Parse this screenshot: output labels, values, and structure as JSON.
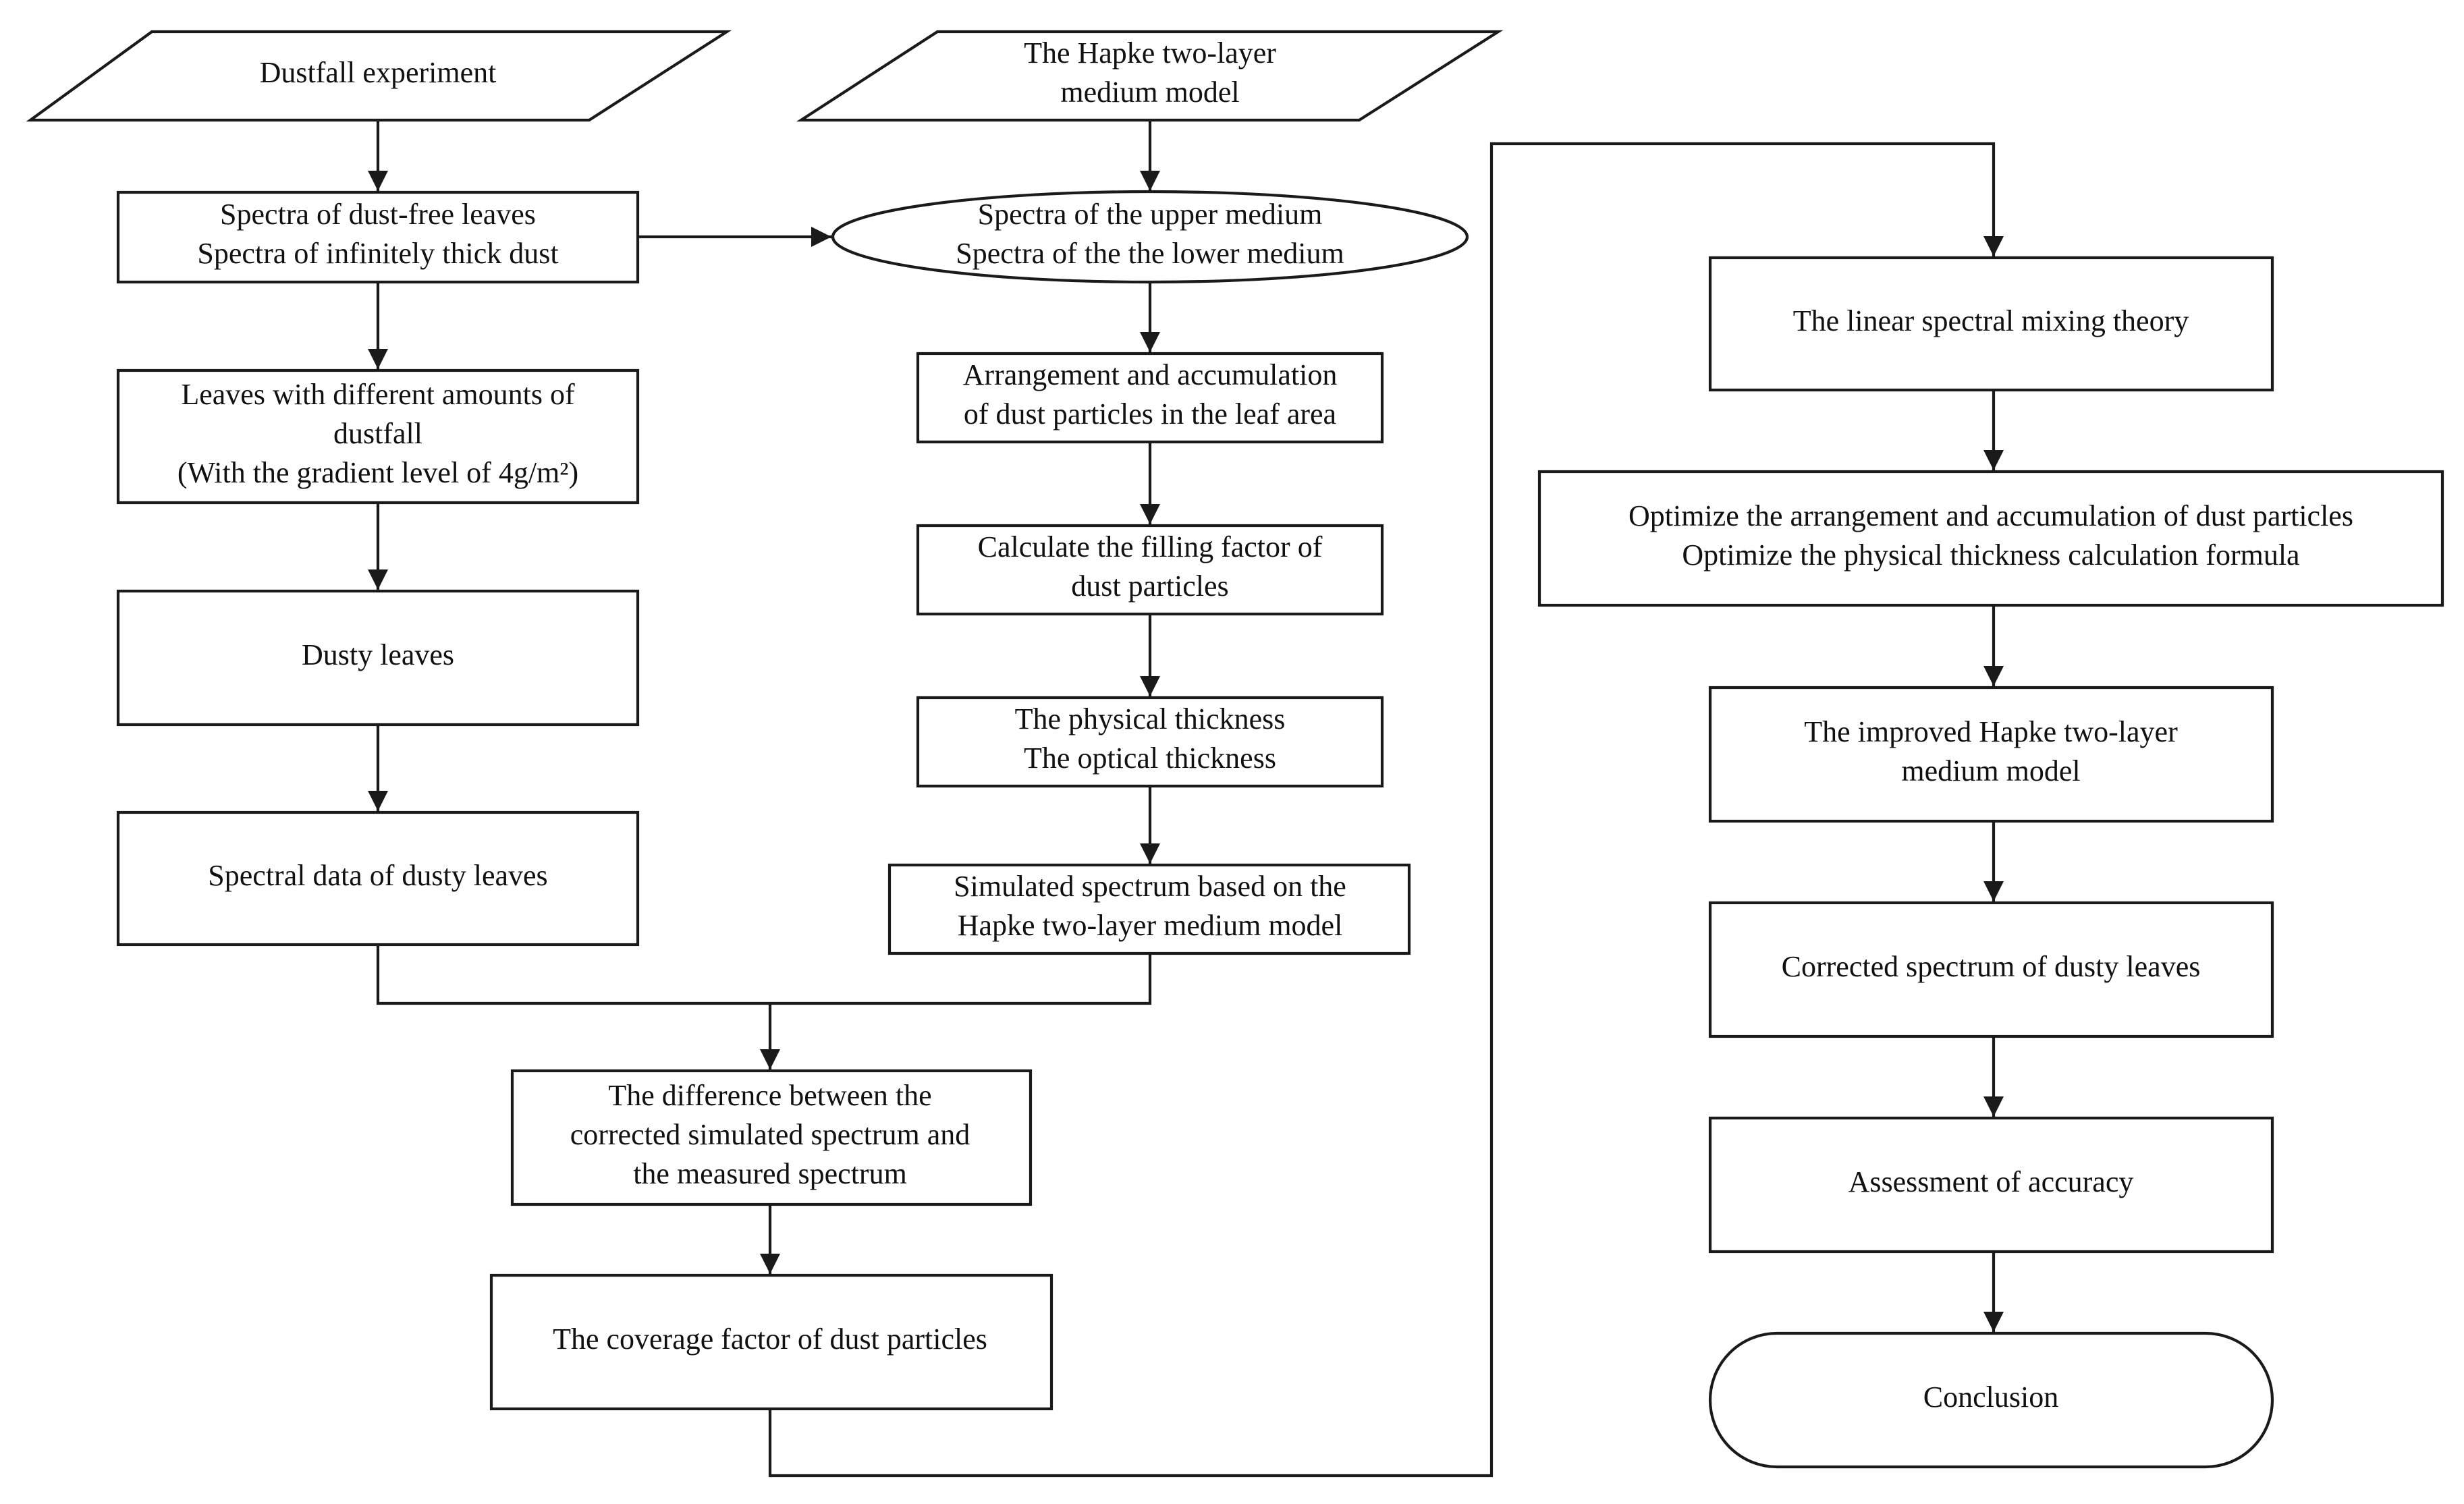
{
  "nodes": {
    "dustfall_experiment": {
      "lines": [
        "Dustfall experiment"
      ]
    },
    "hapke_model": {
      "lines": [
        "The Hapke two-layer",
        "medium model"
      ]
    },
    "spectra_dustfree": {
      "lines": [
        "Spectra of dust-free leaves",
        "Spectra of infinitely thick dust"
      ]
    },
    "spectra_medium": {
      "lines": [
        "Spectra of the upper medium",
        "Spectra of the the lower medium"
      ]
    },
    "leaves_amounts": {
      "lines": [
        "Leaves with different amounts of",
        "dustfall",
        "(With the gradient level of 4g/m²)"
      ]
    },
    "arrangement": {
      "lines": [
        "Arrangement and accumulation",
        "of dust particles in the leaf area"
      ]
    },
    "filling_factor": {
      "lines": [
        "Calculate the filling factor of",
        "dust particles"
      ]
    },
    "dusty_leaves": {
      "lines": [
        "Dusty leaves"
      ]
    },
    "thickness": {
      "lines": [
        "The physical thickness",
        "The optical thickness"
      ]
    },
    "spectral_data": {
      "lines": [
        "Spectral data of dusty leaves"
      ]
    },
    "simulated_spectrum": {
      "lines": [
        "Simulated spectrum based on the",
        "Hapke two-layer medium model"
      ]
    },
    "difference": {
      "lines": [
        "The difference between the",
        "corrected simulated spectrum and",
        "the measured spectrum"
      ]
    },
    "coverage_factor": {
      "lines": [
        "The coverage factor of dust particles"
      ]
    },
    "linear_mixing": {
      "lines": [
        "The linear spectral mixing theory"
      ]
    },
    "optimize": {
      "lines": [
        "Optimize the arrangement and accumulation of dust particles",
        "Optimize the physical thickness calculation formula"
      ]
    },
    "improved_hapke": {
      "lines": [
        "The improved Hapke two-layer",
        "medium model"
      ]
    },
    "corrected_spectrum": {
      "lines": [
        "Corrected spectrum of  dusty leaves"
      ]
    },
    "assessment": {
      "lines": [
        "Assessment of accuracy"
      ]
    },
    "conclusion": {
      "lines": [
        "Conclusion"
      ]
    }
  }
}
